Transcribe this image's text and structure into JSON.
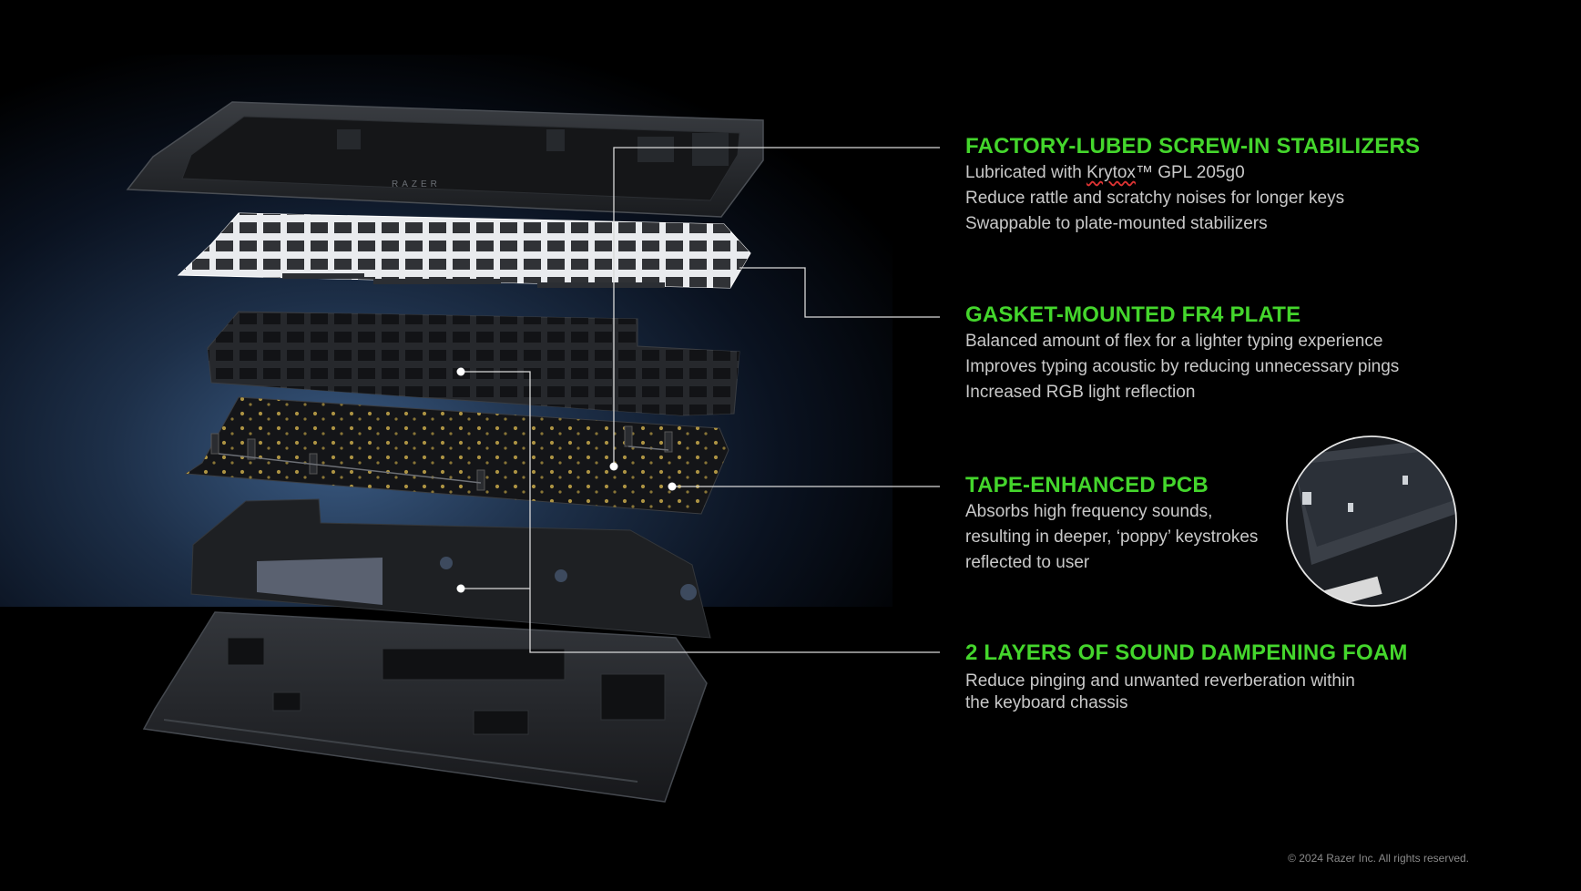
{
  "features": [
    {
      "title": "FACTORY-LUBED SCREW-IN STABILIZERS",
      "lines": [
        "Lubricated with ",
        "Krytox",
        "™ GPL 205g0",
        "Reduce rattle and scratchy noises for longer keys",
        "Swappable to plate-mounted stabilizers"
      ]
    },
    {
      "title": "GASKET-MOUNTED FR4 PLATE",
      "lines": [
        "Balanced amount of flex for a lighter typing experience",
        "Improves typing acoustic by reducing unnecessary pings",
        "Increased RGB light reflection"
      ]
    },
    {
      "title": "TAPE-ENHANCED PCB",
      "lines": [
        "Absorbs high frequency sounds,",
        "resulting in deeper, ‘poppy’ keystrokes",
        "reflected to user"
      ]
    },
    {
      "title": "2 LAYERS OF SOUND DAMPENING FOAM",
      "lines": [
        "Reduce pinging and unwanted reverberation within",
        "the keyboard chassis"
      ]
    }
  ],
  "brand_mark": "RAZER",
  "copyright": "© 2024 Razer Inc. All rights reserved.",
  "colors": {
    "accent": "#44d62c",
    "body_text": "#c9c9c9",
    "background": "#000000"
  }
}
